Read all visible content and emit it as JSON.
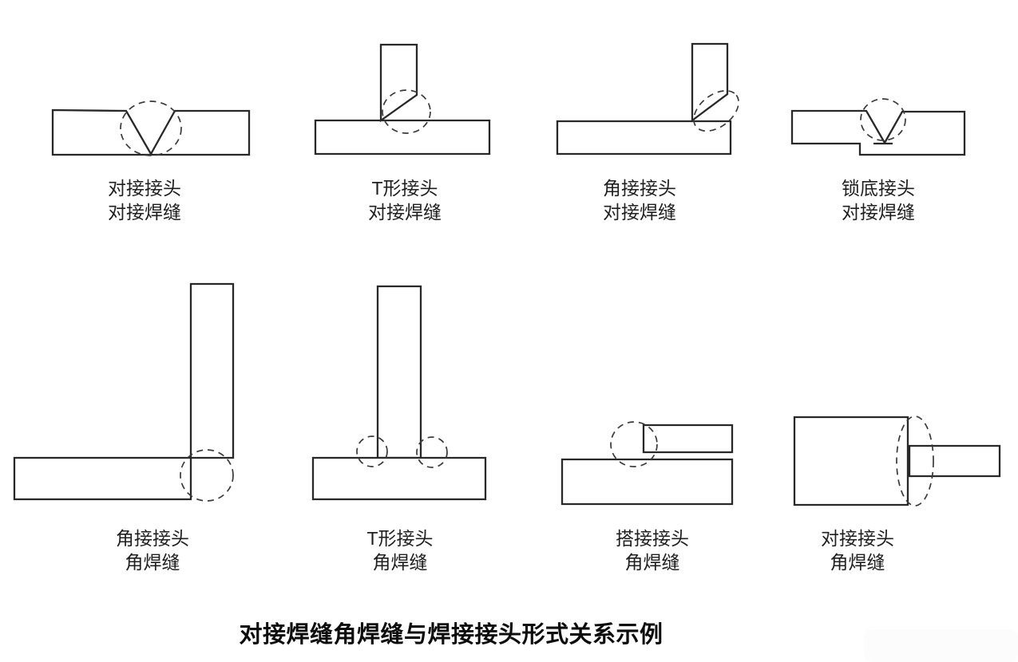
{
  "title": "对接焊缝角焊缝与焊接接头形式关系示例",
  "line_color": "#282828",
  "figures": [
    {
      "joint": "对接接头",
      "weld": "对接焊缝"
    },
    {
      "joint": "T形接头",
      "weld": "对接焊缝"
    },
    {
      "joint": "角接接头",
      "weld": "对接焊缝"
    },
    {
      "joint": "锁底接头",
      "weld": "对接焊缝"
    },
    {
      "joint": "角接接头",
      "weld": "角焊缝"
    },
    {
      "joint": "T形接头",
      "weld": "角焊缝"
    },
    {
      "joint": "搭接接头",
      "weld": "角焊缝"
    },
    {
      "joint": "对接接头",
      "weld": "角焊缝"
    }
  ]
}
